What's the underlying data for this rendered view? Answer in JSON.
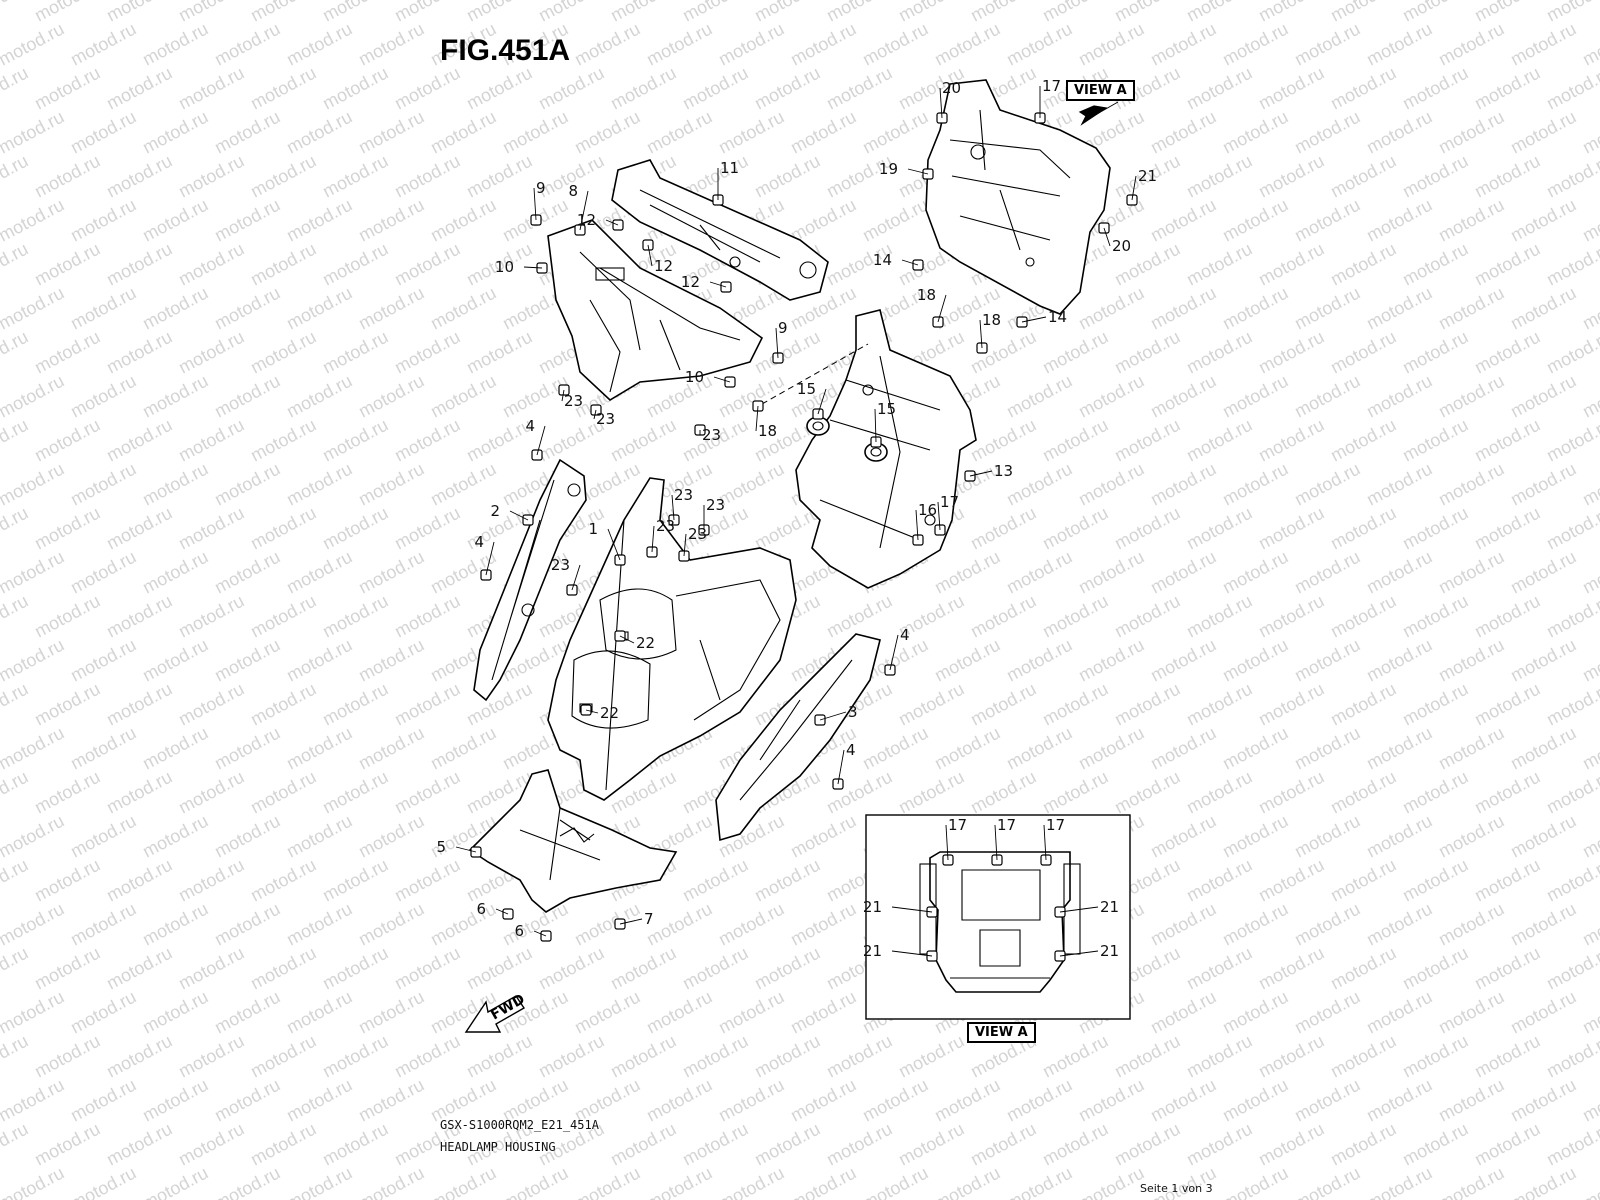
{
  "figure": {
    "title": "FIG.451A",
    "model_code": "GSX-S1000RQM2_E21_451A",
    "diagram_title": "HEADLAMP HOUSING",
    "page_indicator": "Seite 1 von 3"
  },
  "view_labels": {
    "top": "VIEW A",
    "inset": "VIEW A"
  },
  "direction_label": "FWD",
  "watermark_text": "motod.ru",
  "callouts": [
    "1",
    "2",
    "3",
    "4",
    "4",
    "4",
    "4",
    "5",
    "6",
    "6",
    "7",
    "8",
    "9",
    "9",
    "10",
    "10",
    "11",
    "12",
    "12",
    "12",
    "13",
    "14",
    "14",
    "15",
    "15",
    "16",
    "17",
    "17",
    "17",
    "17",
    "17",
    "18",
    "18",
    "18",
    "19",
    "20",
    "20",
    "21",
    "21",
    "21",
    "21",
    "21",
    "22",
    "22",
    "23",
    "23",
    "23",
    "23",
    "23",
    "23",
    "23",
    "23"
  ]
}
